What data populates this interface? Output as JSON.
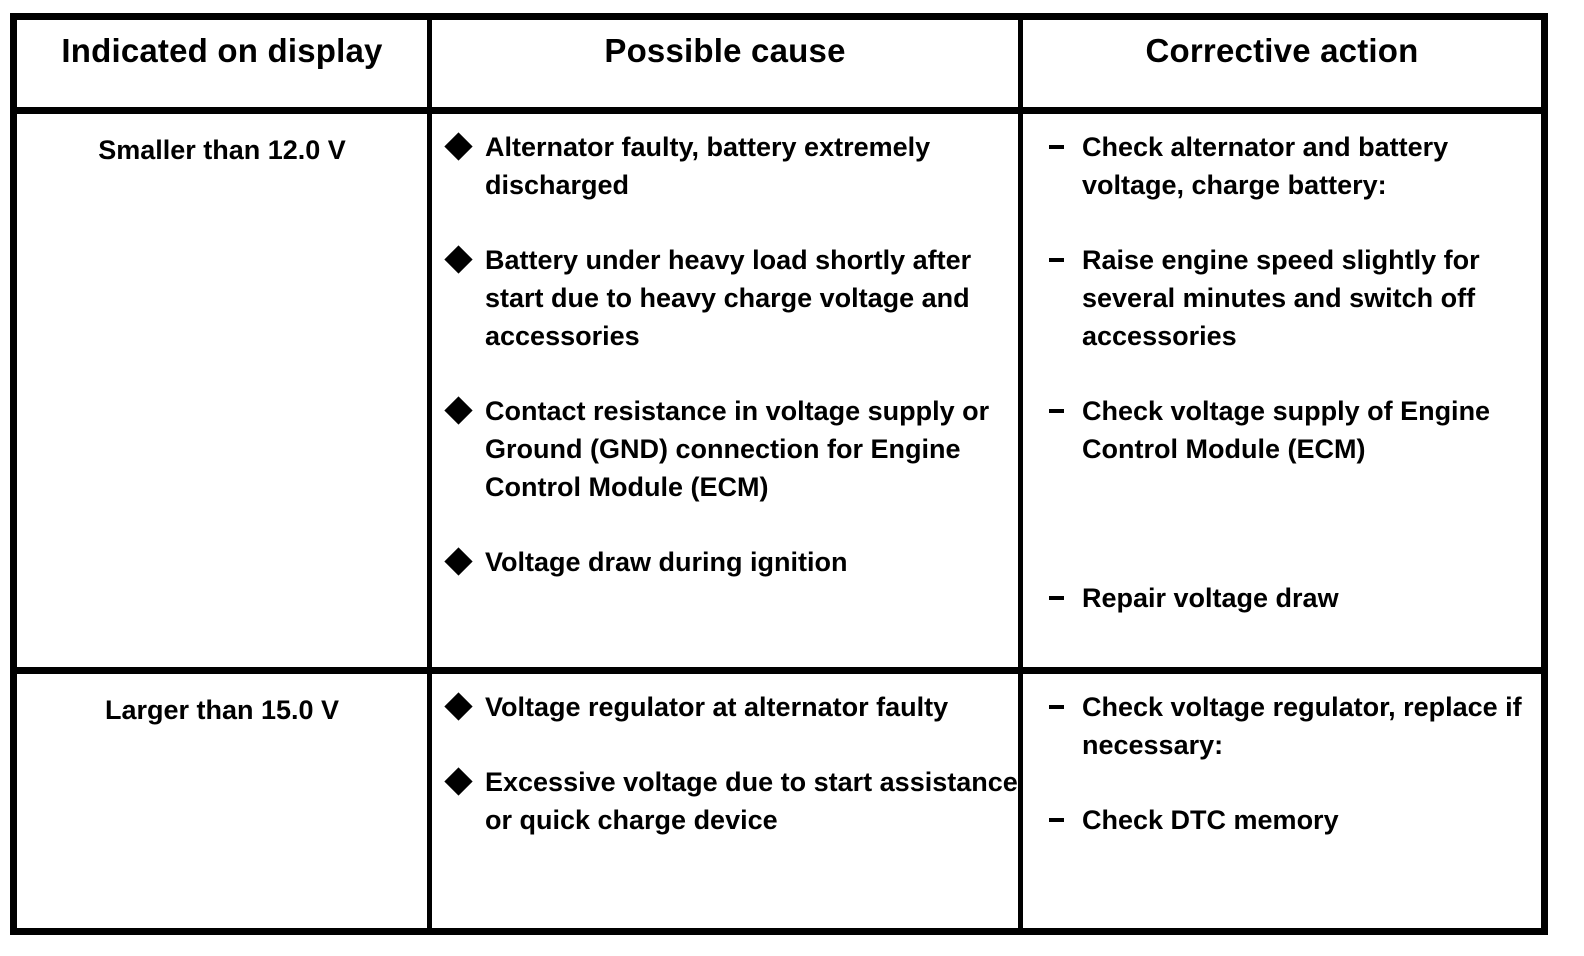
{
  "table": {
    "headers": [
      {
        "label": "Indicated on display"
      },
      {
        "label": "Possible cause"
      },
      {
        "label": "Corrective action"
      }
    ],
    "rows": [
      {
        "condition": "Smaller than 12.0 V",
        "causes": [
          "Alternator faulty, battery extremely discharged",
          "Battery under heavy load shortly after start due to heavy charge voltage and accessories",
          "Contact resistance in voltage supply or Ground (GND) connection for Engine Control Module (ECM)",
          "Voltage draw during ignition"
        ],
        "actions": [
          "Check alternator and battery voltage, charge battery:",
          "Raise engine speed slightly for several minutes and switch off accessories",
          "Check voltage supply of Engine Control Module (ECM)",
          "Repair voltage draw"
        ]
      },
      {
        "condition": "Larger than 15.0 V",
        "causes": [
          "Voltage regulator at alternator faulty",
          "Excessive voltage due to start assistance or quick charge device"
        ],
        "actions": [
          "Check voltage regulator, replace if necessary:",
          "Check DTC memory"
        ]
      }
    ]
  },
  "icons": {
    "bullet": "diamond-bullet-icon",
    "dash": "dash-bullet-icon"
  },
  "colors": {
    "border": "#000000",
    "text": "#000000",
    "background": "#ffffff"
  }
}
